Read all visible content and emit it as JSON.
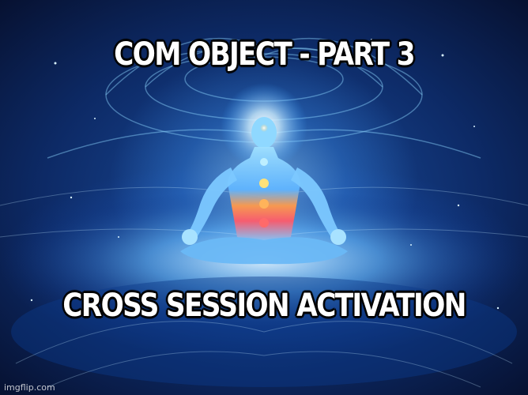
{
  "meme": {
    "top_text": "COM OBJECT - PART 3",
    "bottom_text": "CROSS SESSION ACTIVATION",
    "watermark": "imgflip.com"
  },
  "background": {
    "description_icon": "meditating-figure-cosmic-energy-image",
    "colors": {
      "deep": "#050c26",
      "mid": "#1b4fa0",
      "glow": "#a0dcff"
    }
  }
}
